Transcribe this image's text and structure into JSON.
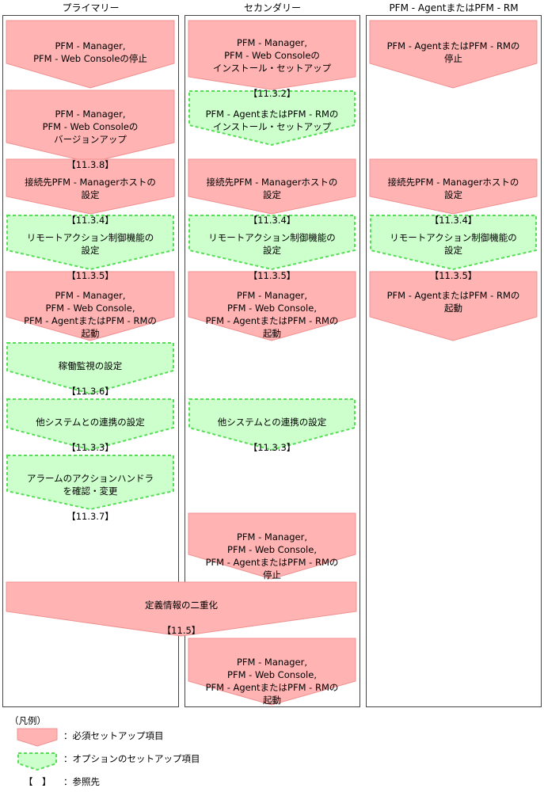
{
  "colors": {
    "required_fill": "#ffb3b3",
    "required_stroke": "#f09090",
    "optional_fill": "#ccffcc",
    "optional_stroke": "#55dd55",
    "column_border": "#444444"
  },
  "columns": [
    {
      "id": "primary",
      "header": "プライマリー"
    },
    {
      "id": "secondary",
      "header": "セカンダリー"
    },
    {
      "id": "agent",
      "header": "PFM - AgentまたはPFM - RM"
    }
  ],
  "steps": {
    "primary": [
      {
        "type": "required",
        "text": "PFM - Manager,\nPFM - Web Consoleの停止",
        "ref": ""
      },
      {
        "type": "required",
        "text": "PFM - Manager,\nPFM - Web Consoleの\nバージョンアップ",
        "ref": "【11.3.8】"
      },
      {
        "type": "required",
        "text": "接続先PFM - Managerホストの\n設定",
        "ref": "【11.3.4】"
      },
      {
        "type": "optional",
        "text": "リモートアクション制御機能の\n設定",
        "ref": "【11.3.5】"
      },
      {
        "type": "required",
        "text": "PFM - Manager,\nPFM - Web Console,\nPFM - AgentまたはPFM - RMの\n起動",
        "ref": ""
      },
      {
        "type": "optional",
        "text": "稼働監視の設定",
        "ref": "【11.3.6】"
      },
      {
        "type": "optional",
        "text": "他システムとの連携の設定",
        "ref": "【11.3.3】"
      },
      {
        "type": "optional",
        "text": "アラームのアクションハンドラ\nを確認・変更",
        "ref": "【11.3.7】"
      }
    ],
    "secondary": [
      {
        "type": "required",
        "text": "PFM - Manager,\nPFM - Web Consoleの\nインストール・セットアップ",
        "ref": "【11.3.2】"
      },
      {
        "type": "optional",
        "text": "PFM - AgentまたはPFM - RMの\nインストール・セットアップ",
        "ref": ""
      },
      {
        "type": "required",
        "text": "接続先PFM - Managerホストの\n設定",
        "ref": "【11.3.4】"
      },
      {
        "type": "optional",
        "text": "リモートアクション制御機能の\n設定",
        "ref": "【11.3.5】"
      },
      {
        "type": "required",
        "text": "PFM - Manager,\nPFM - Web Console,\nPFM - AgentまたはPFM - RMの\n起動",
        "ref": ""
      },
      {
        "type": "optional",
        "text": "他システムとの連携の設定",
        "ref": "【11.3.3】"
      },
      {
        "type": "required",
        "text": "PFM - Manager,\nPFM - Web Console,\nPFM - AgentまたはPFM - RMの\n停止",
        "ref": ""
      },
      {
        "type": "required",
        "text": "PFM - Manager,\nPFM - Web Console,\nPFM - AgentまたはPFM - RMの\n起動",
        "ref": ""
      }
    ],
    "agent": [
      {
        "type": "required",
        "text": "PFM - AgentまたはPFM - RMの\n停止",
        "ref": ""
      },
      {
        "type": "required",
        "text": "接続先PFM - Managerホストの\n設定",
        "ref": "【11.3.4】"
      },
      {
        "type": "optional",
        "text": "リモートアクション制御機能の\n設定",
        "ref": "【11.3.5】"
      },
      {
        "type": "required",
        "text": "PFM - AgentまたはPFM - RMの\n起動",
        "ref": ""
      }
    ],
    "shared": [
      {
        "type": "required",
        "text": "定義情報の二重化",
        "ref": "【11.5】"
      }
    ]
  },
  "legend": {
    "title": "（凡例）",
    "items": [
      {
        "shape": "required",
        "label": "：必須セットアップ項目"
      },
      {
        "shape": "optional",
        "label": "：オプションのセットアップ項目"
      },
      {
        "shape": "reference",
        "symbol": "【　】",
        "label": "：参照先"
      }
    ]
  }
}
